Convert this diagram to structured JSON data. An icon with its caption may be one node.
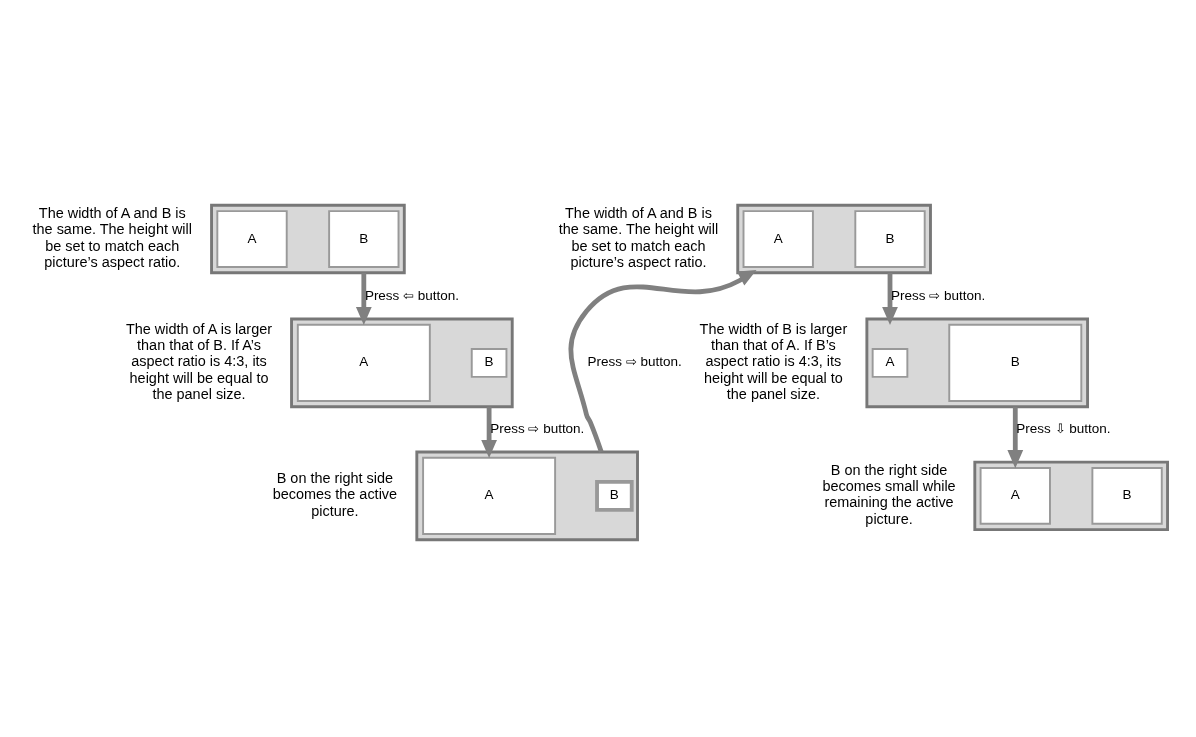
{
  "diagram": {
    "nodes": [
      {
        "text": [],
        "shape": "box",
        "beside": [
          "The width of A and B is the same. The height will be set to match each picture’s aspect ratio."
        ]
      },
      {
        "text": [
          "A"
        ],
        "in": 0
      },
      {
        "text": [
          "B"
        ],
        "in": 0
      },
      {
        "text": [],
        "shape": "box",
        "beside": [
          "The width of A is larger than that of B. If A’s aspect ratio is 4:3, its height will be equal to the panel size."
        ]
      },
      {
        "text": [
          "A"
        ],
        "in": 3
      },
      {
        "text": [
          "B"
        ],
        "in": 3
      },
      {
        "text": [],
        "shape": "box",
        "beside": [
          "B on the right side becomes the active picture."
        ]
      },
      {
        "text": [
          "A"
        ],
        "in": 6
      },
      {
        "text": [
          "B"
        ],
        "in": 6
      },
      {
        "text": [],
        "shape": "box",
        "beside": [
          "The width of A and B is the same. The height will be set to match each picture’s aspect ratio."
        ]
      },
      {
        "text": [
          "A"
        ],
        "in": 9
      },
      {
        "text": [
          "B"
        ],
        "in": 9
      },
      {
        "text": [],
        "shape": "box",
        "beside": [
          "The width of B is larger than that of A. If B’s aspect ratio is 4:3, its height will be equal to the panel size."
        ]
      },
      {
        "text": [
          "A"
        ],
        "in": 12
      },
      {
        "text": [
          "B"
        ],
        "in": 12
      },
      {
        "text": [],
        "shape": "box",
        "beside": [
          "B on the right side becomes small while remaining the active picture."
        ]
      },
      {
        "text": [
          "A"
        ],
        "in": 15
      },
      {
        "text": [
          "B"
        ],
        "in": 15
      }
    ],
    "edges": [
      {
        "from": 0,
        "to": 3,
        "arrow": "to",
        "label": "Press ⇦ button."
      },
      {
        "from": 3,
        "to": 6,
        "arrow": "to",
        "label": "Press ⇨ button."
      },
      {
        "from": 6,
        "to": 9,
        "arrow": "to",
        "label": "Press ⇨ button."
      },
      {
        "from": 9,
        "to": 12,
        "arrow": "to",
        "label": "Press ⇨ button."
      },
      {
        "from": 12,
        "to": 15,
        "arrow": "to",
        "label": "Press ⇩ button."
      }
    ]
  }
}
